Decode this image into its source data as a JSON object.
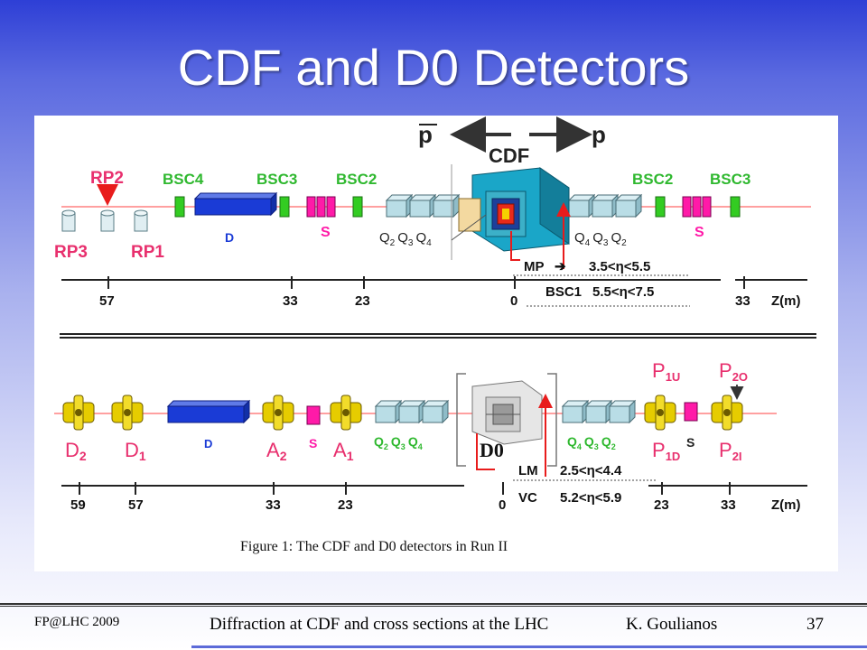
{
  "slide": {
    "title": "CDF and D0 Detectors"
  },
  "cdf": {
    "pbar": "p",
    "p": "p",
    "label": "CDF",
    "labels": {
      "rp2": "RP2",
      "rp3": "RP3",
      "rp1": "RP1",
      "bsc4": "BSC4",
      "bsc3_left": "BSC3",
      "bsc2_left": "BSC2",
      "bsc2_right": "BSC2",
      "bsc3_right": "BSC3",
      "d": "D",
      "s_left": "S",
      "s_right": "S",
      "q_left": [
        "Q",
        "2",
        "Q",
        "3",
        "Q",
        "4"
      ],
      "q_right": [
        "Q",
        "4",
        "Q",
        "3",
        "Q",
        "2"
      ],
      "mp": "MP",
      "mp_range": "3.5<η<5.5",
      "bsc1": "BSC1",
      "bsc1_range": "5.5<η<7.5"
    },
    "axis": {
      "ticks": [
        "57",
        "33",
        "23",
        "0",
        "33"
      ],
      "unit": "Z(m)"
    }
  },
  "d0": {
    "label": "D0",
    "labels": {
      "d2": [
        "D",
        "2"
      ],
      "d1": [
        "D",
        "1"
      ],
      "d": "D",
      "a2": [
        "A",
        "2"
      ],
      "s_left": "S",
      "a1": [
        "A",
        "1"
      ],
      "q_left": [
        "Q",
        "2",
        "Q",
        "3",
        "Q",
        "4"
      ],
      "q_right": [
        "Q",
        "4",
        "Q",
        "3",
        "Q",
        "2"
      ],
      "p1u": [
        "P",
        "1U"
      ],
      "p2o": [
        "P",
        "2O"
      ],
      "p1d": [
        "P",
        "1D"
      ],
      "s_right": "S",
      "p2i": [
        "P",
        "2I"
      ],
      "lm": "LM",
      "lm_range": "2.5<η<4.4",
      "vc": "VC",
      "vc_range": "5.2<η<5.9"
    },
    "axis": {
      "ticks": [
        "59",
        "57",
        "33",
        "23",
        "0",
        "23",
        "33"
      ],
      "unit": "Z(m)"
    }
  },
  "figure_caption": "Figure 1:  The CDF and D0 detectors in Run II",
  "footer": {
    "left": "FP@LHC 2009",
    "center": "Diffraction at CDF and cross sections at the LHC",
    "author": "K. Goulianos",
    "page": "37"
  },
  "colors": {
    "beam": "#ff8080",
    "green": "#33cc22",
    "magenta": "#ff1aa8",
    "blue": "#1a3bd6",
    "quad": "#b9dde6",
    "label_red": "#e8306e",
    "label_green": "#2fb82f",
    "gold": "#e6cc00"
  }
}
